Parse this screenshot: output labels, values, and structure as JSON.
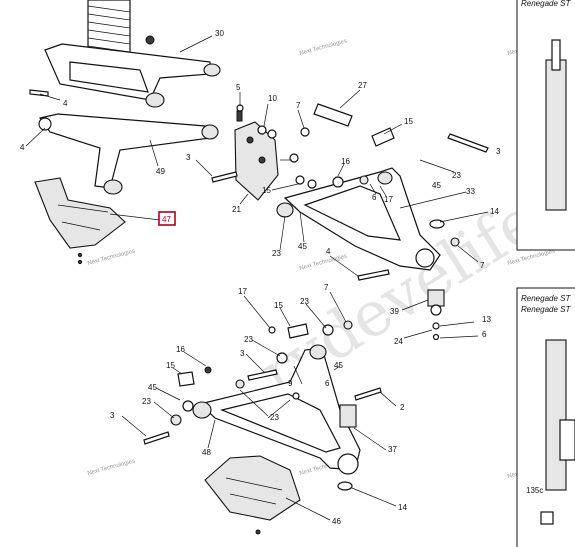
{
  "diagram": {
    "callouts": {
      "c30": "30",
      "c4a": "4",
      "c4b": "4",
      "c49": "49",
      "c47": "47",
      "c5": "5",
      "c10": "10",
      "c7a": "7",
      "c27": "27",
      "c15a": "15",
      "c3a": "3",
      "c3b": "3",
      "c21": "21",
      "c15b": "15",
      "c16a": "16",
      "c6a": "6",
      "c17a": "17",
      "c23a": "23",
      "c45a": "45",
      "c33": "33",
      "c14a": "14",
      "c23b": "23",
      "c45b": "45",
      "c7b": "7",
      "c39": "39",
      "c24": "24",
      "c13": "13",
      "c6b": "6",
      "c17b": "17",
      "c15c": "15",
      "c23c": "23",
      "c7c": "7",
      "c16b": "16",
      "c3c": "3",
      "c23d": "23",
      "c45c": "45",
      "c15d": "15",
      "c6c": "6",
      "c9": "9",
      "c45d": "45",
      "c23e": "23",
      "c3d": "3",
      "c23f": "23",
      "c2": "2",
      "c48": "48",
      "c37": "37",
      "c14b": "14",
      "c46": "46",
      "c135c": "135c"
    },
    "insets": {
      "top_title": "Renegade ST",
      "bottom_title_1": "Renegade ST",
      "bottom_title_2": "Renegade ST"
    },
    "watermark": {
      "tag": "Next Technologies"
    }
  }
}
